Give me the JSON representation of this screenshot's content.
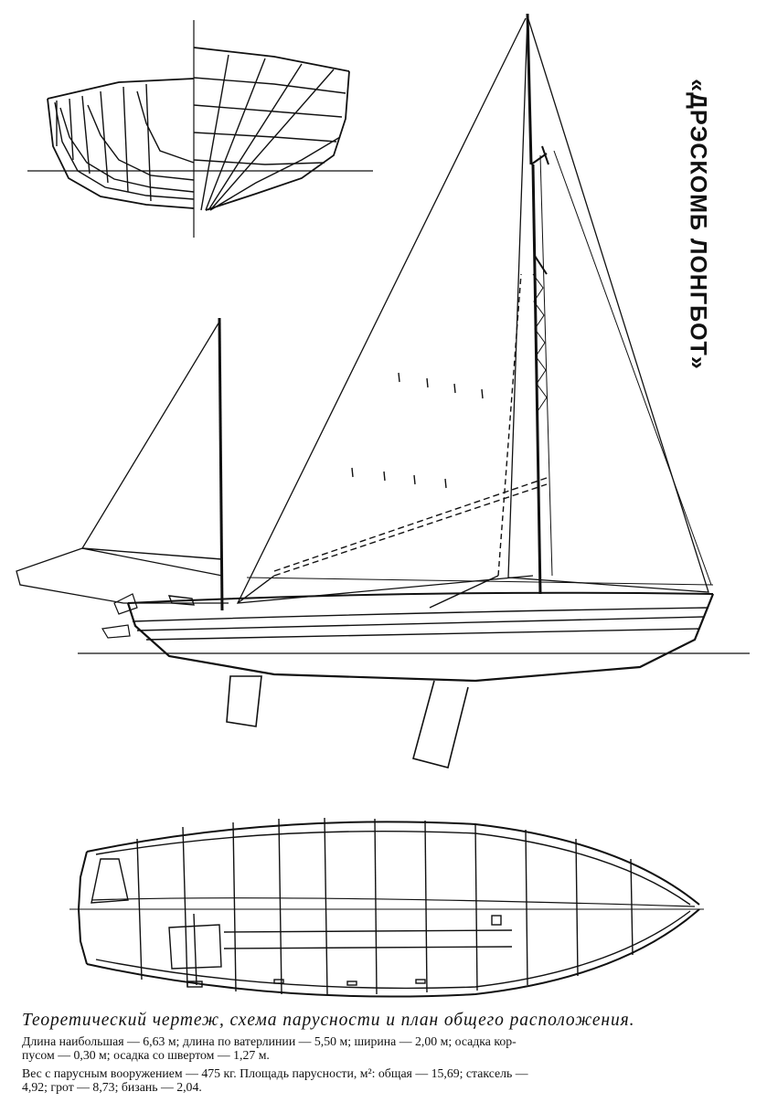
{
  "title": "«ДРЭСКОМБ ЛОНГБОТ»",
  "caption": {
    "heading": "Теоретический чертеж, схема парусности и план общего расположения.",
    "line1": "Длина наибольшая — 6,63 м; длина по ватерлинии — 5,50 м; ширина — 2,00 м; осадка кор-",
    "line2": "пусом — 0,30 м; осадка со швертом — 1,27 м.",
    "line3": "Вес с парусным вооружением — 475 кг. Площадь парусности, м²: общая — 15,69; стаксель —",
    "line4": "4,92; грот — 8,73; бизань — 2,04."
  },
  "colors": {
    "ink": "#111111",
    "paper": "#ffffff"
  }
}
